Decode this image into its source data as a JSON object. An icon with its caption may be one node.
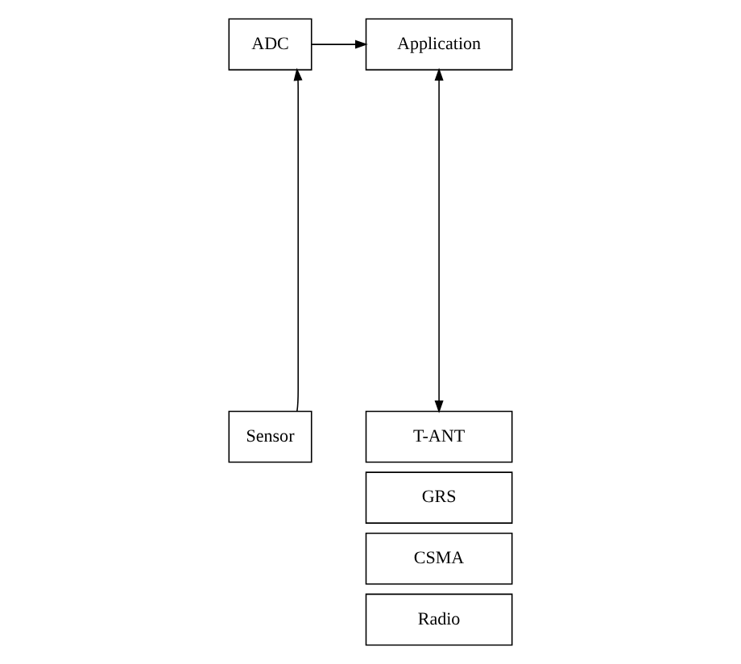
{
  "diagram": {
    "nodes": [
      {
        "text": [
          "Application"
        ]
      },
      {
        "text": [
          "ADC"
        ]
      },
      {
        "text": [
          "T-ANT"
        ]
      },
      {
        "text": [
          "GRS"
        ]
      },
      {
        "text": [
          "CSMA"
        ]
      },
      {
        "text": [
          "Radio"
        ]
      },
      {
        "text": [
          "Sensor"
        ]
      }
    ],
    "edges": [
      {
        "from": 1,
        "to": 0,
        "arrow": "to"
      },
      {
        "from": 0,
        "to": 2,
        "arrow": "both"
      },
      {
        "from": 6,
        "to": 1,
        "arrow": "to"
      }
    ]
  }
}
